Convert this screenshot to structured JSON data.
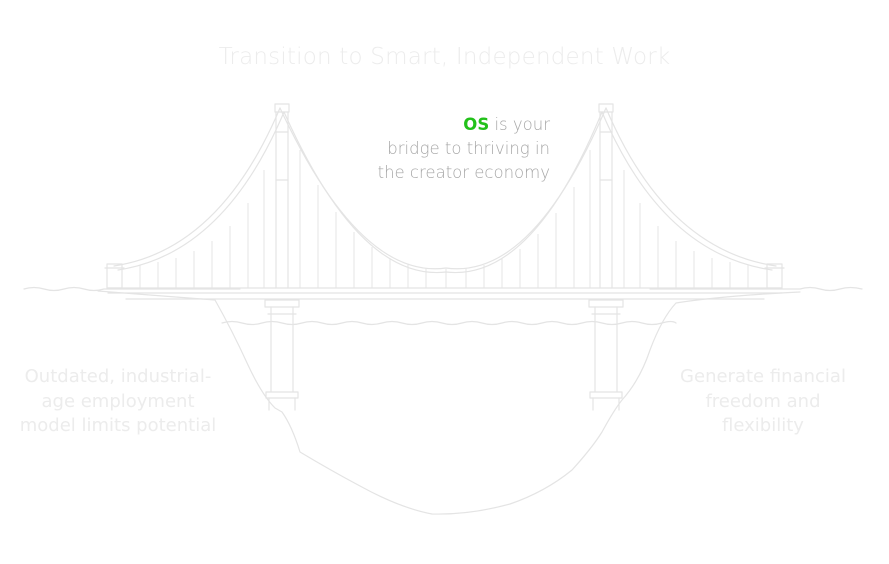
{
  "header": {
    "title": "Transition to Smart, Independent Work"
  },
  "tagline": {
    "brand": "OS",
    "line1_rest": " is your",
    "line2": "bridge to thriving in",
    "line3": "the creator economy"
  },
  "left_panel": {
    "line1": "Outdated, industrial-",
    "line2": "age employment",
    "line3": "model limits potential"
  },
  "right_panel": {
    "line1": "Generate financial",
    "line2": "freedom and",
    "line3": "flexibility"
  },
  "colors": {
    "brand_green": "#22c11a",
    "tagline_gray": "#a6a6a6",
    "faint_text": "#ececec",
    "line_art": "#e4e4e4"
  },
  "icons": {
    "illustration": "suspension-bridge-icon"
  }
}
